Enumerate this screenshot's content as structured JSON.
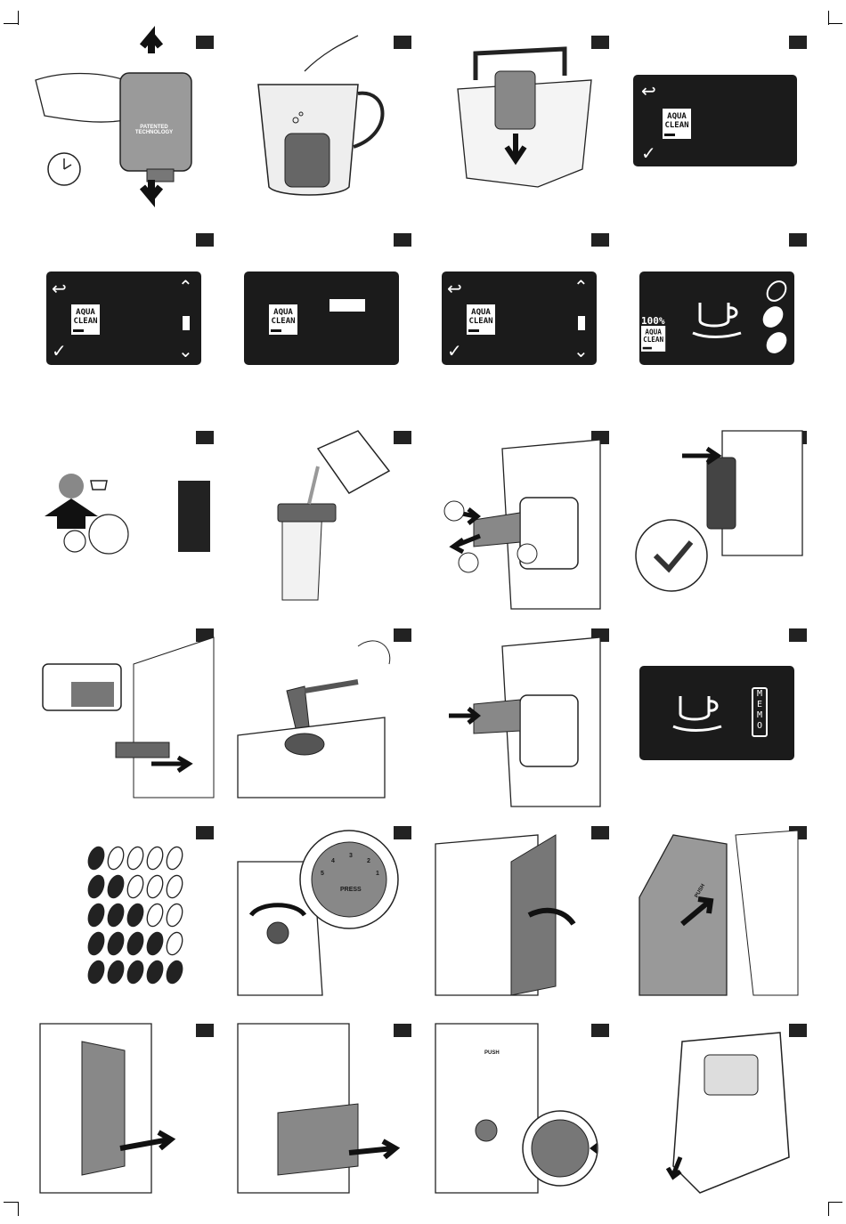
{
  "display": {
    "aqua_clean": [
      "AQUA",
      "CLEAN"
    ],
    "filter_percentage": "100%",
    "memo_letters": [
      "M",
      "E",
      "M",
      "O"
    ],
    "icons": [
      "back-arrow",
      "checkmark",
      "chevron-up",
      "chevron-down",
      "coffee-cup",
      "coffee-bean"
    ]
  },
  "illustrations": {
    "filter_label": [
      "PATENTED",
      "TECHNOLOGY"
    ],
    "dial_label": "PRESS",
    "dial_numbers": [
      "1",
      "2",
      "3",
      "4",
      "5"
    ],
    "brew_group_label": "PUSH"
  },
  "colors": {
    "screen_background": "#1b1b1b",
    "step_marker": "#222222",
    "illustration_fill": "#8a8a8a"
  }
}
